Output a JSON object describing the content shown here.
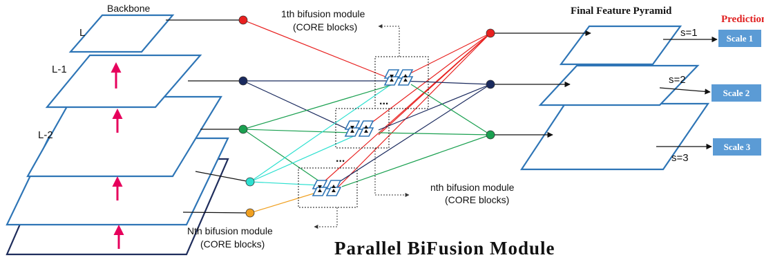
{
  "backbone": {
    "title": "Backbone",
    "levels": [
      "L",
      "L-1",
      "L-2"
    ]
  },
  "modules": {
    "first": {
      "title": "1th bifusion module",
      "subtitle": "(CORE blocks)"
    },
    "nth": {
      "title": "nth bifusion module",
      "subtitle": "(CORE blocks)"
    },
    "Nth": {
      "title": "Nth bifusion module",
      "subtitle": "(CORE blocks)"
    },
    "ellipsis": "..."
  },
  "pyramid": {
    "title": "Final Feature Pyramid",
    "scales": [
      {
        "s_label": "s=1",
        "box_label": "Scale 1"
      },
      {
        "s_label": "s=2",
        "box_label": "Scale 2"
      },
      {
        "s_label": "s=3",
        "box_label": "Scale 3"
      }
    ]
  },
  "predictions": {
    "title": "Predictions"
  },
  "footer": {
    "title": "Parallel BiFusion Module"
  },
  "colors": {
    "plane_blue": "#2e75b6",
    "plane_navy": "#1f2d5c",
    "arrow_pink": "#e6005c",
    "red": "#e8201f",
    "navy": "#1a2a5e",
    "green": "#1aa050",
    "cyan": "#2de0d0",
    "orange": "#f0a020",
    "scale_box": "#5b9bd5",
    "predictions_red": "#e02020"
  }
}
